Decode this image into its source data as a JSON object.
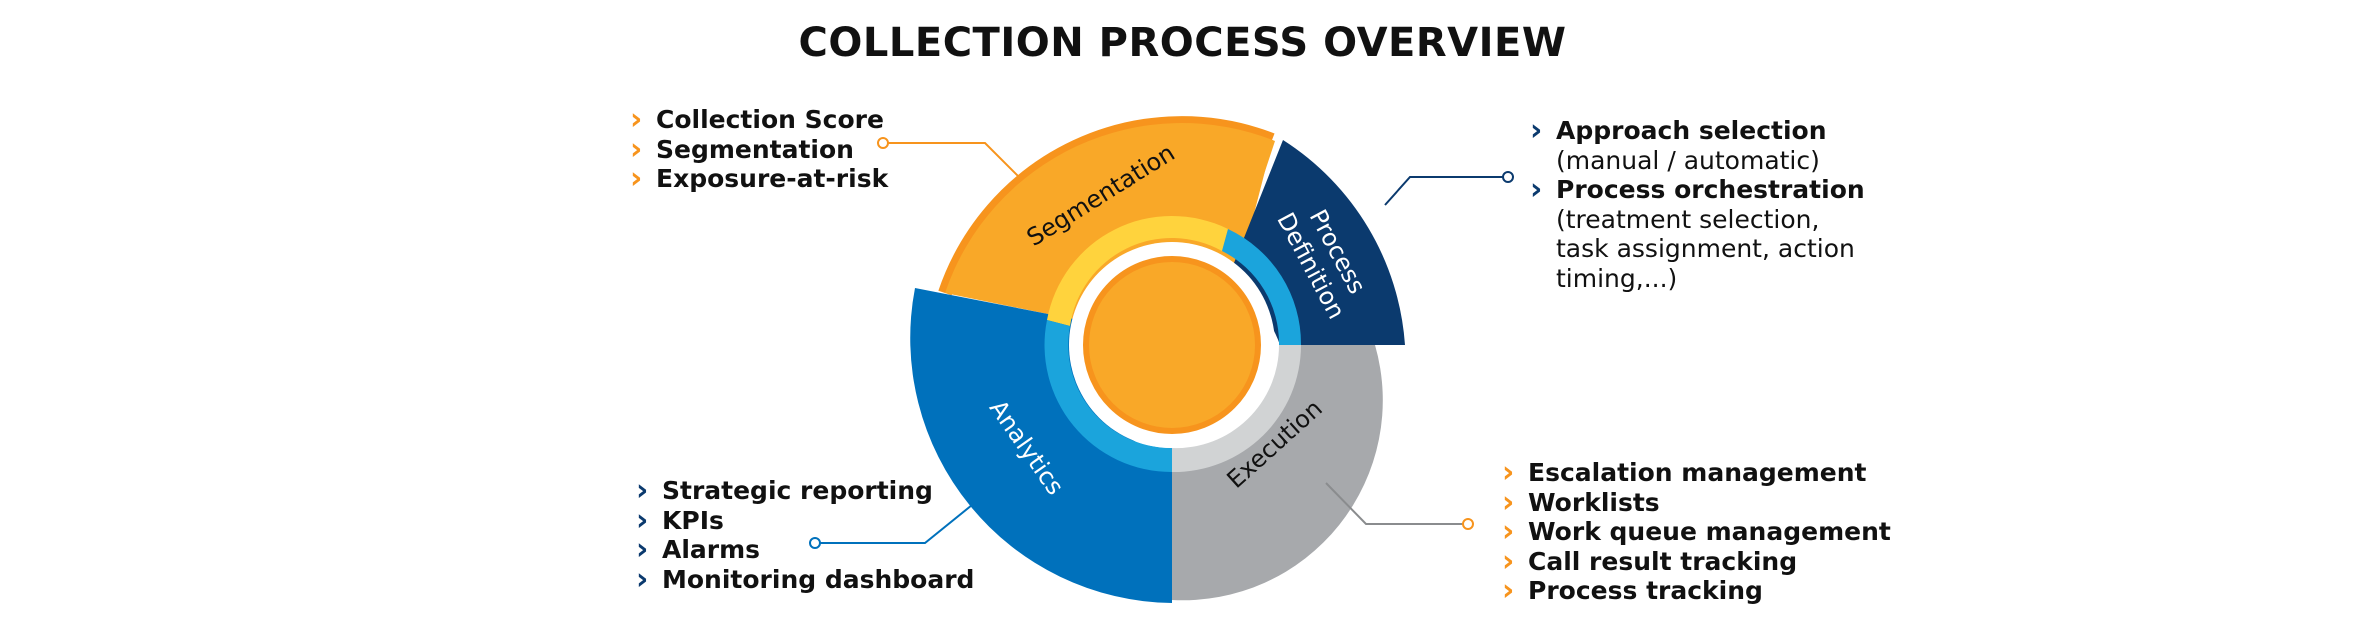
{
  "title": "COLLECTION PROCESS OVERVIEW",
  "segments": {
    "segmentation": "Segmentation",
    "process_definition": [
      "Process",
      "Definition"
    ],
    "execution": "Execution",
    "analytics": "Analytics"
  },
  "lists": {
    "segmentation": [
      "Collection Score",
      "Segmentation",
      "Exposure-at-risk"
    ],
    "process_definition": [
      {
        "head": "Approach selection",
        "sub": [
          "(manual / automatic)"
        ]
      },
      {
        "head": "Process orchestration",
        "sub": [
          "(treatment selection,",
          "task assignment, action",
          "timing,...)"
        ]
      }
    ],
    "execution": [
      "Escalation management",
      "Worklists",
      "Work queue management",
      "Call result tracking",
      "Process tracking"
    ],
    "analytics": [
      "Strategic reporting",
      "KPIs",
      "Alarms",
      "Monitoring dashboard"
    ]
  },
  "colors": {
    "orange": "#f7941d",
    "orange_light": "#f9a828",
    "navy": "#0b3a6e",
    "blue": "#0071bc",
    "gray": "#a7a9ac",
    "yellow": "#ffd33d",
    "cyan": "#1ba4dc"
  },
  "icons": {
    "bullet": "chevron-right-icon",
    "connector_end": "circle-marker"
  }
}
